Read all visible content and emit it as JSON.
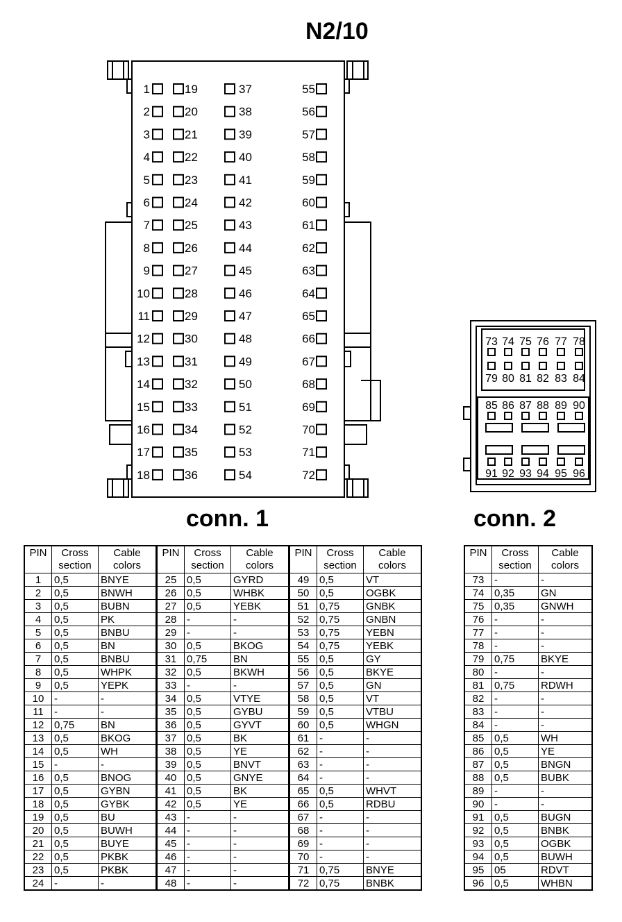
{
  "title": "N2/10",
  "conn1": {
    "title": "conn. 1",
    "pin_columns": [
      [
        "1",
        "2",
        "3",
        "4",
        "5",
        "6",
        "7",
        "8",
        "9",
        "10",
        "11",
        "12",
        "13",
        "14",
        "15",
        "16",
        "17",
        "18"
      ],
      [
        "19",
        "20",
        "21",
        "22",
        "23",
        "24",
        "25",
        "26",
        "27",
        "28",
        "29",
        "30",
        "31",
        "32",
        "33",
        "34",
        "35",
        "36"
      ],
      [
        "37",
        "38",
        "39",
        "40",
        "41",
        "42",
        "43",
        "44",
        "45",
        "46",
        "47",
        "48",
        "49",
        "50",
        "51",
        "52",
        "53",
        "54"
      ],
      [
        "55",
        "56",
        "57",
        "58",
        "59",
        "60",
        "61",
        "62",
        "63",
        "64",
        "65",
        "66",
        "67",
        "68",
        "69",
        "70",
        "71",
        "72"
      ]
    ]
  },
  "conn2": {
    "title": "conn. 2",
    "top_row": [
      "73",
      "74",
      "75",
      "76",
      "77",
      "78"
    ],
    "second_row": [
      "79",
      "80",
      "81",
      "82",
      "83",
      "84"
    ],
    "third_row": [
      "85",
      "86",
      "87",
      "88",
      "89",
      "90"
    ],
    "bottom_row": [
      "91",
      "92",
      "93",
      "94",
      "95",
      "96"
    ]
  },
  "table_headers": {
    "pin": "PIN",
    "cross": [
      "Cross",
      "section"
    ],
    "cable": [
      "Cable",
      "colors"
    ]
  },
  "table1_rows": [
    [
      [
        "1",
        "0,5",
        "BNYE"
      ],
      [
        "25",
        "0,5",
        "GYRD"
      ],
      [
        "49",
        "0,5",
        "VT"
      ]
    ],
    [
      [
        "2",
        "0,5",
        "BNWH"
      ],
      [
        "26",
        "0,5",
        "WHBK"
      ],
      [
        "50",
        "0,5",
        "OGBK"
      ]
    ],
    [
      [
        "3",
        "0,5",
        "BUBN"
      ],
      [
        "27",
        "0,5",
        "YEBK"
      ],
      [
        "51",
        "0,75",
        "GNBK"
      ]
    ],
    [
      [
        "4",
        "0,5",
        "PK"
      ],
      [
        "28",
        "-",
        "-"
      ],
      [
        "52",
        "0,75",
        "GNBN"
      ]
    ],
    [
      [
        "5",
        "0,5",
        "BNBU"
      ],
      [
        "29",
        "-",
        "-"
      ],
      [
        "53",
        "0,75",
        "YEBN"
      ]
    ],
    [
      [
        "6",
        "0,5",
        "BN"
      ],
      [
        "30",
        "0,5",
        "BKOG"
      ],
      [
        "54",
        "0,75",
        "YEBK"
      ]
    ],
    [
      [
        "7",
        "0,5",
        "BNBU"
      ],
      [
        "31",
        "0,75",
        "BN"
      ],
      [
        "55",
        "0,5",
        "GY"
      ]
    ],
    [
      [
        "8",
        "0,5",
        "WHPK"
      ],
      [
        "32",
        "0,5",
        "BKWH"
      ],
      [
        "56",
        "0,5",
        "BKYE"
      ]
    ],
    [
      [
        "9",
        "0,5",
        "YEPK"
      ],
      [
        "33",
        "-",
        "-"
      ],
      [
        "57",
        "0,5",
        "GN"
      ]
    ],
    [
      [
        "10",
        "-",
        "-"
      ],
      [
        "34",
        "0,5",
        "VTYE"
      ],
      [
        "58",
        "0,5",
        "VT"
      ]
    ],
    [
      [
        "11",
        "-",
        "-"
      ],
      [
        "35",
        "0,5",
        "GYBU"
      ],
      [
        "59",
        "0,5",
        "VTBU"
      ]
    ],
    [
      [
        "12",
        "0,75",
        "BN"
      ],
      [
        "36",
        "0,5",
        "GYVT"
      ],
      [
        "60",
        "0,5",
        "WHGN"
      ]
    ],
    [
      [
        "13",
        "0,5",
        "BKOG"
      ],
      [
        "37",
        "0,5",
        "BK"
      ],
      [
        "61",
        "-",
        "-"
      ]
    ],
    [
      [
        "14",
        "0,5",
        "WH"
      ],
      [
        "38",
        "0,5",
        "YE"
      ],
      [
        "62",
        "-",
        "-"
      ]
    ],
    [
      [
        "15",
        "-",
        "-"
      ],
      [
        "39",
        "0,5",
        "BNVT"
      ],
      [
        "63",
        "-",
        "-"
      ]
    ],
    [
      [
        "16",
        "0,5",
        "BNOG"
      ],
      [
        "40",
        "0,5",
        "GNYE"
      ],
      [
        "64",
        "-",
        "-"
      ]
    ],
    [
      [
        "17",
        "0,5",
        "GYBN"
      ],
      [
        "41",
        "0,5",
        "BK"
      ],
      [
        "65",
        "0,5",
        "WHVT"
      ]
    ],
    [
      [
        "18",
        "0,5",
        "GYBK"
      ],
      [
        "42",
        "0,5",
        "YE"
      ],
      [
        "66",
        "0,5",
        "RDBU"
      ]
    ],
    [
      [
        "19",
        "0,5",
        "BU"
      ],
      [
        "43",
        "-",
        "-"
      ],
      [
        "67",
        "-",
        "-"
      ]
    ],
    [
      [
        "20",
        "0,5",
        "BUWH"
      ],
      [
        "44",
        "-",
        "-"
      ],
      [
        "68",
        "-",
        "-"
      ]
    ],
    [
      [
        "21",
        "0,5",
        "BUYE"
      ],
      [
        "45",
        "-",
        "-"
      ],
      [
        "69",
        "-",
        "-"
      ]
    ],
    [
      [
        "22",
        "0,5",
        "PKBK"
      ],
      [
        "46",
        "-",
        "-"
      ],
      [
        "70",
        "-",
        "-"
      ]
    ],
    [
      [
        "23",
        "0,5",
        "PKBK"
      ],
      [
        "47",
        "-",
        "-"
      ],
      [
        "71",
        "0,75",
        "BNYE"
      ]
    ],
    [
      [
        "24",
        "-",
        "-"
      ],
      [
        "48",
        "-",
        "-"
      ],
      [
        "72",
        "0,75",
        "BNBK"
      ]
    ]
  ],
  "table2_rows": [
    [
      "73",
      "-",
      "-"
    ],
    [
      "74",
      "0,35",
      "GN"
    ],
    [
      "75",
      "0,35",
      "GNWH"
    ],
    [
      "76",
      "-",
      "-"
    ],
    [
      "77",
      "-",
      "-"
    ],
    [
      "78",
      "-",
      "-"
    ],
    [
      "79",
      "0,75",
      "BKYE"
    ],
    [
      "80",
      "-",
      "-"
    ],
    [
      "81",
      "0,75",
      "RDWH"
    ],
    [
      "82",
      "-",
      "-"
    ],
    [
      "83",
      "-",
      "-"
    ],
    [
      "84",
      "-",
      "-"
    ],
    [
      "85",
      "0,5",
      "WH"
    ],
    [
      "86",
      "0,5",
      "YE"
    ],
    [
      "87",
      "0,5",
      "BNGN"
    ],
    [
      "88",
      "0,5",
      "BUBK"
    ],
    [
      "89",
      "-",
      "-"
    ],
    [
      "90",
      "-",
      "-"
    ],
    [
      "91",
      "0,5",
      "BUGN"
    ],
    [
      "92",
      "0,5",
      "BNBK"
    ],
    [
      "93",
      "0,5",
      "OGBK"
    ],
    [
      "94",
      "0,5",
      "BUWH"
    ],
    [
      "95",
      "05",
      "RDVT"
    ],
    [
      "96",
      "0,5",
      "WHBN"
    ]
  ]
}
